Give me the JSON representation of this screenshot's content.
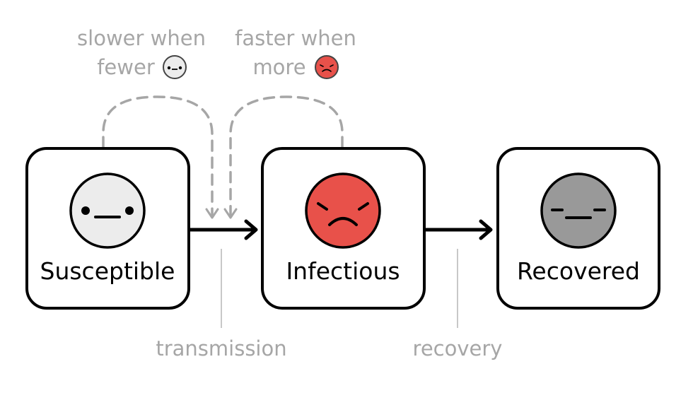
{
  "annotations": {
    "slower": {
      "line1": "slower when",
      "line2": "fewer"
    },
    "faster": {
      "line1": "faster when",
      "line2": "more"
    }
  },
  "compartments": [
    {
      "label": "Susceptible",
      "face": "neutral-face-icon",
      "color": "#ececec"
    },
    {
      "label": "Infectious",
      "face": "sad-face-icon",
      "color": "#e8514a"
    },
    {
      "label": "Recovered",
      "face": "flat-face-icon",
      "color": "#999999"
    }
  ],
  "transitions": {
    "transmission": "transmission",
    "recovery": "recovery"
  }
}
